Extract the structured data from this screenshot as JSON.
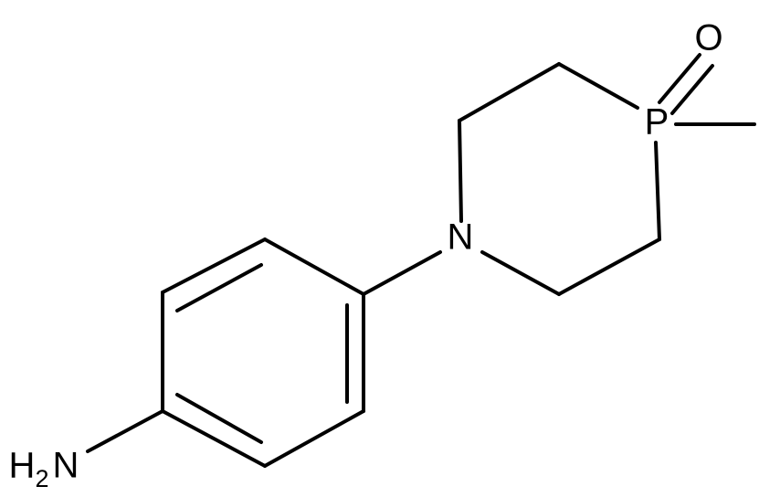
{
  "atoms": {
    "oxygen": "O",
    "phosphorus": "P",
    "nitrogen": "N",
    "amine_h": "H",
    "amine_sub": "2",
    "amine_n": "N"
  }
}
